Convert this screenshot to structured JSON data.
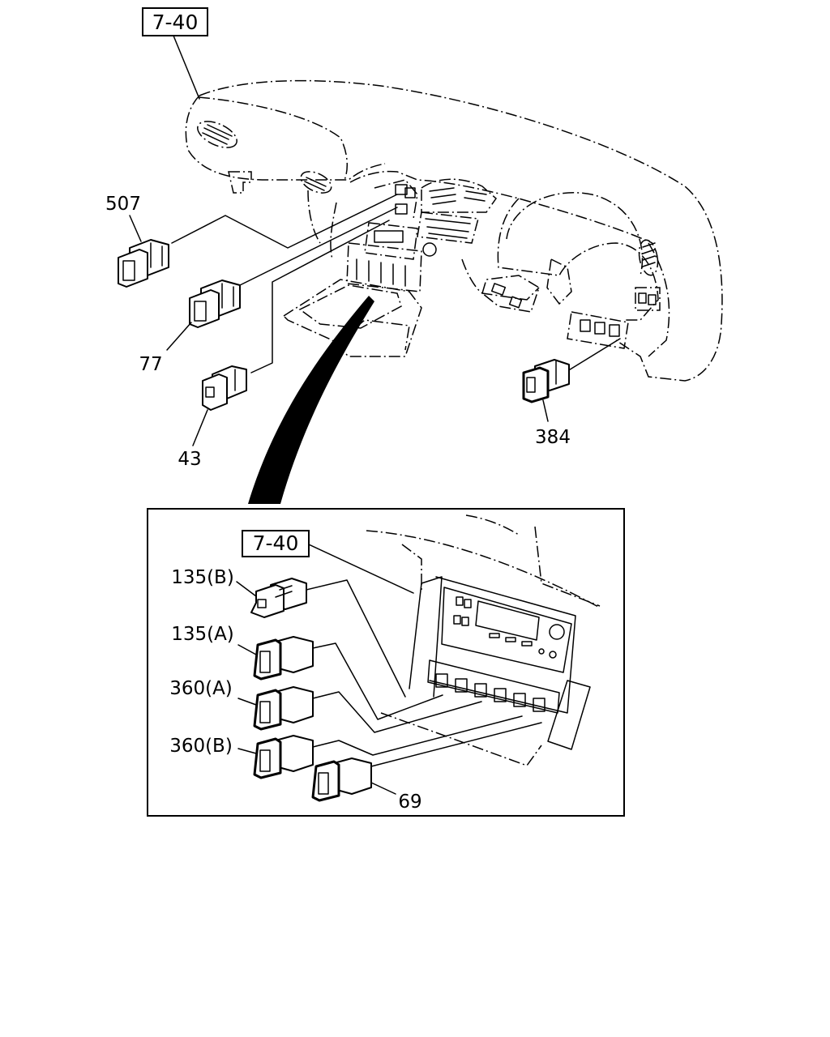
{
  "reference_top": "7-40",
  "reference_inset": "7-40",
  "parts": {
    "p507": "507",
    "p77": "77",
    "p43": "43",
    "p384": "384",
    "p135b": "135(B)",
    "p135a": "135(A)",
    "p360a": "360(A)",
    "p360b": "360(B)",
    "p69": "69"
  }
}
